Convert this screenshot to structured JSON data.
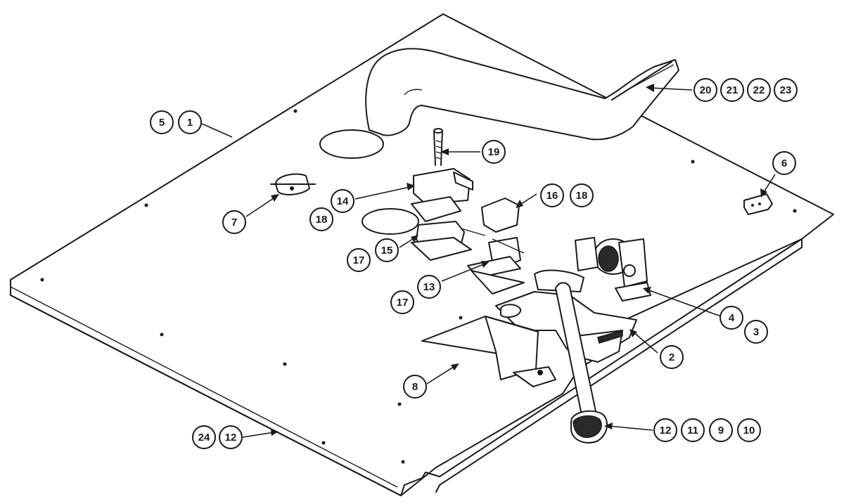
{
  "callouts": [
    {
      "id": "c5",
      "label": "5"
    },
    {
      "id": "c1",
      "label": "1"
    },
    {
      "id": "c20",
      "label": "20"
    },
    {
      "id": "c21",
      "label": "21"
    },
    {
      "id": "c22",
      "label": "22"
    },
    {
      "id": "c23",
      "label": "23"
    },
    {
      "id": "c19",
      "label": "19"
    },
    {
      "id": "c6",
      "label": "6"
    },
    {
      "id": "c7",
      "label": "7"
    },
    {
      "id": "c14",
      "label": "14"
    },
    {
      "id": "c18a",
      "label": "18"
    },
    {
      "id": "c16",
      "label": "16"
    },
    {
      "id": "c18b",
      "label": "18"
    },
    {
      "id": "c17a",
      "label": "17"
    },
    {
      "id": "c15",
      "label": "15"
    },
    {
      "id": "c17b",
      "label": "17"
    },
    {
      "id": "c13",
      "label": "13"
    },
    {
      "id": "c4",
      "label": "4"
    },
    {
      "id": "c3",
      "label": "3"
    },
    {
      "id": "c2",
      "label": "2"
    },
    {
      "id": "c8",
      "label": "8"
    },
    {
      "id": "c24",
      "label": "24"
    },
    {
      "id": "c12a",
      "label": "12"
    },
    {
      "id": "c12b",
      "label": "12"
    },
    {
      "id": "c11",
      "label": "11"
    },
    {
      "id": "c9",
      "label": "9"
    },
    {
      "id": "c10",
      "label": "10"
    }
  ]
}
